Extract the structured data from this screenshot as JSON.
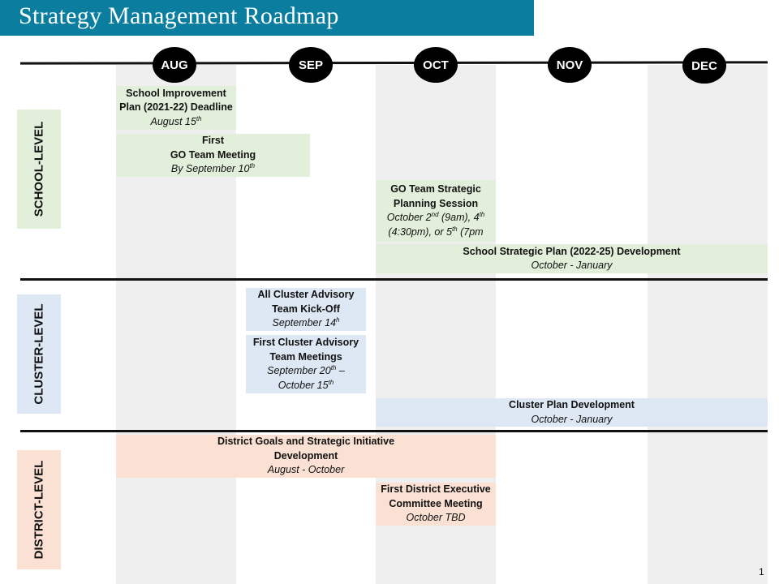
{
  "title": "Strategy Management Roadmap",
  "months": [
    "AUG",
    "SEP",
    "OCT",
    "NOV",
    "DEC"
  ],
  "categories": {
    "school": "SCHOOL-LEVEL",
    "cluster": "CLUSTER-LEVEL",
    "district": "DISTRICT-LEVEL"
  },
  "colors": {
    "title_bar": "#0b7ea0",
    "school": "#e2efda",
    "cluster": "#dde8f4",
    "district": "#fbe1d3",
    "stripe": "#efefef"
  },
  "events": {
    "school_improvement": {
      "title_1": "School Improvement",
      "title_2": "Plan (2021-22)  Deadline",
      "date": "August 15",
      "date_sup": "th"
    },
    "first_go_team": {
      "title_1": "First",
      "title_2": "GO Team Meeting",
      "date": "By September 10",
      "date_sup": "th"
    },
    "go_team_strategic": {
      "title_1": "GO Team Strategic",
      "title_2": "Planning Session",
      "date_line1_a": "October 2",
      "date_line1_sup1": "nd",
      "date_line1_b": " (9am), 4",
      "date_line1_sup2": "th",
      "date_line2_a": "(4:30pm), or 5",
      "date_line2_sup": "th",
      "date_line2_b": " (7pm"
    },
    "school_strategic_plan": {
      "title": "School Strategic Plan (2022-25) Development",
      "date": "October - January"
    },
    "cluster_kickoff": {
      "title_1": "All Cluster Advisory",
      "title_2": "Team Kick-Off",
      "date": "September 14",
      "date_sup": "h"
    },
    "first_cluster_meetings": {
      "title_1": "First Cluster Advisory",
      "title_2": "Team Meetings",
      "date_1": "September 20",
      "date_1_sup": "th",
      "date_1_tail": " –",
      "date_2": "October 15",
      "date_2_sup": "th"
    },
    "cluster_plan": {
      "title": "Cluster Plan Development",
      "date": "October - January"
    },
    "district_goals": {
      "title_1": "District Goals and Strategic Initiative",
      "title_2": "Development",
      "date": "August - October"
    },
    "district_exec": {
      "title_1": "First District Executive",
      "title_2": "Committee Meeting",
      "date": "October TBD"
    }
  },
  "page_number": "1"
}
